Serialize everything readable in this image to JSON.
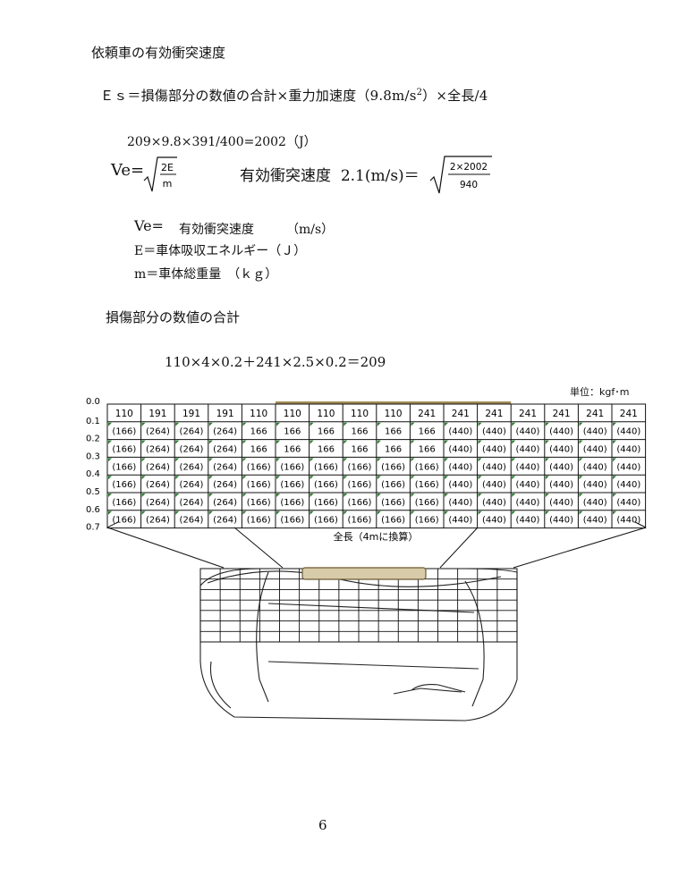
{
  "heading": "依頼車の有効衝突速度",
  "formula_es": {
    "lhs": "Ｅｓ＝損傷部分の数値の合計×重力加速度（9.8m/s",
    "sup": "2",
    "rhs": "）×全長/4"
  },
  "calculation": "209×9.8×391/400=2002（J）",
  "ve_formula": {
    "lhs": "Ve=",
    "numerator": "2E",
    "denominator": "m"
  },
  "effective_speed": {
    "label": "有効衝突速度",
    "value": "2.1(m/s)＝",
    "numerator": "2×2002",
    "denominator": "940"
  },
  "legend": {
    "ve_symbol": "Ve=",
    "ve_desc": "有効衝突速度",
    "ve_unit": "（m/s）",
    "e_line": "E＝車体吸収エネルギー（Ｊ）",
    "m_line": "m＝車体総重量　（ｋｇ）"
  },
  "sum_title": "損傷部分の数値の合計",
  "sum_formula": "110×4×0.2＋241×2.5×0.2＝209",
  "table": {
    "unit_label": "単位：kgf･m",
    "y_labels": [
      "0.0",
      "0.1",
      "0.2",
      "0.3",
      "0.4",
      "0.5",
      "0.6",
      "0.7"
    ],
    "header": [
      "110",
      "191",
      "191",
      "191",
      "110",
      "110",
      "110",
      "110",
      "110",
      "241",
      "241",
      "241",
      "241",
      "241",
      "241",
      "241"
    ],
    "rows": [
      [
        "(166)",
        "(264)",
        "(264)",
        "(264)",
        "166",
        "166",
        "166",
        "166",
        "166",
        "166",
        "(440)",
        "(440)",
        "(440)",
        "(440)",
        "(440)",
        "(440)"
      ],
      [
        "(166)",
        "(264)",
        "(264)",
        "(264)",
        "166",
        "166",
        "166",
        "166",
        "166",
        "166",
        "(440)",
        "(440)",
        "(440)",
        "(440)",
        "(440)",
        "(440)"
      ],
      [
        "(166)",
        "(264)",
        "(264)",
        "(264)",
        "(166)",
        "(166)",
        "(166)",
        "(166)",
        "(166)",
        "(166)",
        "(440)",
        "(440)",
        "(440)",
        "(440)",
        "(440)",
        "(440)"
      ],
      [
        "(166)",
        "(264)",
        "(264)",
        "(264)",
        "(166)",
        "(166)",
        "(166)",
        "(166)",
        "(166)",
        "(166)",
        "(440)",
        "(440)",
        "(440)",
        "(440)",
        "(440)",
        "(440)"
      ],
      [
        "(166)",
        "(264)",
        "(264)",
        "(264)",
        "(166)",
        "(166)",
        "(166)",
        "(166)",
        "(166)",
        "(166)",
        "(440)",
        "(440)",
        "(440)",
        "(440)",
        "(440)",
        "(440)"
      ],
      [
        "(166)",
        "(264)",
        "(264)",
        "(264)",
        "(166)",
        "(166)",
        "(166)",
        "(166)",
        "(166)",
        "(166)",
        "(440)",
        "(440)",
        "(440)",
        "(440)",
        "(440)",
        "(440)"
      ]
    ],
    "x_caption": "全長（4mに換算）",
    "damage_color": "#a08a55"
  },
  "page_number": "6"
}
